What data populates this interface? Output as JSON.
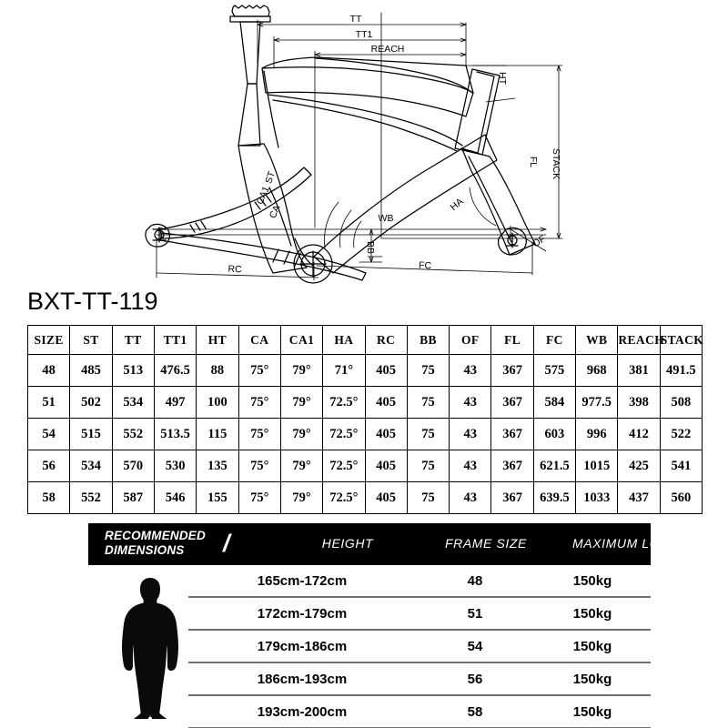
{
  "model": {
    "title": "BXT-TT-119"
  },
  "diagram": {
    "name": "bicycle-frame-geometry-diagram",
    "labels": {
      "tt": "TT",
      "tt1": "TT1",
      "reach": "REACH",
      "ht": "HT",
      "fl": "FL",
      "stack": "STACK",
      "st": "ST",
      "ca": "CA",
      "ca1": "CA1",
      "ha": "HA",
      "wb": "WB",
      "bb": "BB",
      "rc": "RC",
      "fc": "FC",
      "of": "OF"
    }
  },
  "geometry_table": {
    "headers": [
      "SIZE",
      "ST",
      "TT",
      "TT1",
      "HT",
      "CA",
      "CA1",
      "HA",
      "RC",
      "BB",
      "OF",
      "FL",
      "FC",
      "WB",
      "REACH",
      "STACK"
    ],
    "rows": [
      [
        "48",
        "485",
        "513",
        "476.5",
        "88",
        "75°",
        "79°",
        "71°",
        "405",
        "75",
        "43",
        "367",
        "575",
        "968",
        "381",
        "491.5"
      ],
      [
        "51",
        "502",
        "534",
        "497",
        "100",
        "75°",
        "79°",
        "72.5°",
        "405",
        "75",
        "43",
        "367",
        "584",
        "977.5",
        "398",
        "508"
      ],
      [
        "54",
        "515",
        "552",
        "513.5",
        "115",
        "75°",
        "79°",
        "72.5°",
        "405",
        "75",
        "43",
        "367",
        "603",
        "996",
        "412",
        "522"
      ],
      [
        "56",
        "534",
        "570",
        "530",
        "135",
        "75°",
        "79°",
        "72.5°",
        "405",
        "75",
        "43",
        "367",
        "621.5",
        "1015",
        "425",
        "541"
      ],
      [
        "58",
        "552",
        "587",
        "546",
        "155",
        "75°",
        "79°",
        "72.5°",
        "405",
        "75",
        "43",
        "367",
        "639.5",
        "1033",
        "437",
        "560"
      ]
    ]
  },
  "recommended": {
    "title_line1": "RECOMMENDED",
    "title_line2": "DIMENSIONS",
    "separator": "/",
    "columns": [
      "HEIGHT",
      "FRAME SIZE",
      "MAXIMUM LOAD"
    ],
    "rows": [
      [
        "165cm-172cm",
        "48",
        "150kg"
      ],
      [
        "172cm-179cm",
        "51",
        "150kg"
      ],
      [
        "179cm-186cm",
        "54",
        "150kg"
      ],
      [
        "186cm-193cm",
        "56",
        "150kg"
      ],
      [
        "193cm-200cm",
        "58",
        "150kg"
      ]
    ]
  },
  "colors": {
    "ink": "#000000",
    "header_bar": "#000000",
    "header_text": "#ffffff",
    "rule": "#6f6f6f"
  }
}
